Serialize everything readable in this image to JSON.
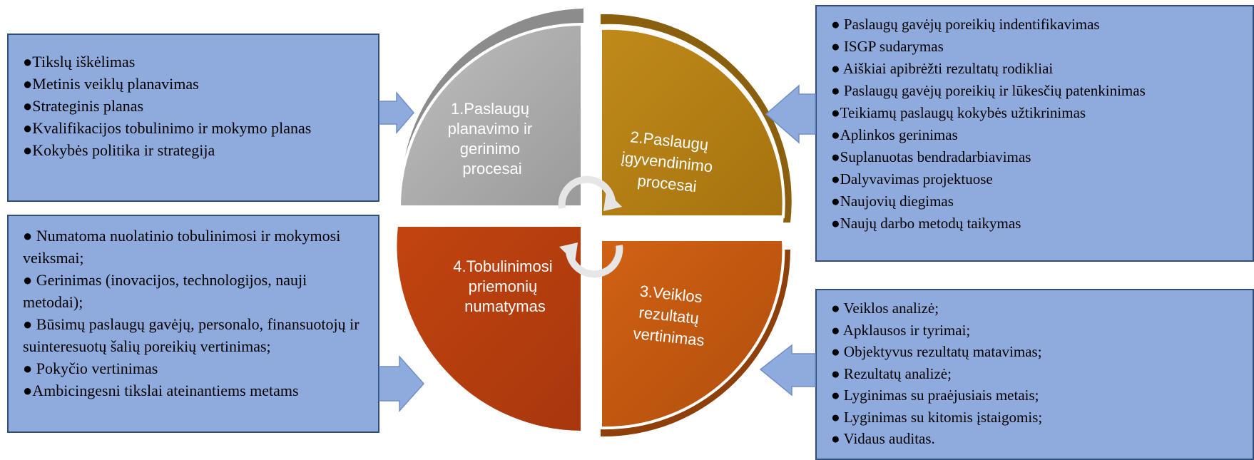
{
  "quadrants": [
    {
      "lines": [
        "1.Paslaugų",
        "planavimo ir",
        "gerinimo",
        "procesai"
      ],
      "color": "#a6a6a6",
      "text_color": "#ffffff"
    },
    {
      "lines": [
        "2.Paslaugų",
        "įgyvendinimo",
        "procesai"
      ],
      "color": "#b07d14",
      "text_color": "#ffffff"
    },
    {
      "lines": [
        "3.Veiklos",
        "rezultatų",
        "vertinimas"
      ],
      "color": "#c55a11",
      "text_color": "#ffffff"
    },
    {
      "lines": [
        "4.Tobulinimosi",
        "priemonių",
        "numatymas"
      ],
      "color": "#b83d0f",
      "text_color": "#ffffff"
    }
  ],
  "boxes": {
    "top_left": {
      "items": [
        "●Tikslų iškėlimas",
        "●Metinis veiklų planavimas",
        "●Strateginis planas",
        "●Kvalifikacijos tobulinimo ir mokymo planas",
        "●Kokybės politika ir strategija"
      ]
    },
    "bottom_left": {
      "items": [
        "● Numatoma nuolatinio tobulinimosi ir mokymosi veiksmai;",
        "● Gerinimas (inovacijos, technologijos, nauji metodai);",
        "● Būsimų paslaugų gavėjų, personalo, finansuotojų ir suinteresuotų šalių poreikių vertinimas;",
        "● Pokyčio vertinimas",
        "●Ambicingesni tikslai ateinantiems metams"
      ]
    },
    "top_right": {
      "items": [
        "● Paslaugų gavėjų poreikių indentifikavimas",
        "● ISGP sudarymas",
        "● Aiškiai apibrėžti rezultatų rodikliai",
        "● Paslaugų gavėjų poreikių ir lūkesčių patenkinimas",
        "●Teikiamų paslaugų kokybės užtikrinimas",
        "●Aplinkos gerinimas",
        "●Suplanuotas bendradarbiavimas",
        "●Dalyvavimas projektuose",
        "●Naujovių diegimas",
        "●Naujų darbo metodų taikymas"
      ]
    },
    "bottom_right": {
      "items": [
        "● Veiklos analizė;",
        "● Apklausos ir tyrimai;",
        "● Objektyvus rezultatų matavimas;",
        "● Rezultatų analizė;",
        "● Lyginimas su praėjusiais metais;",
        "● Lyginimas su kitomis įstaigomis;",
        "● Vidaus auditas."
      ]
    }
  },
  "colors": {
    "box_fill": "#8faadc",
    "box_border": "#2f4f7a",
    "arrow_fill": "#8faadc"
  }
}
